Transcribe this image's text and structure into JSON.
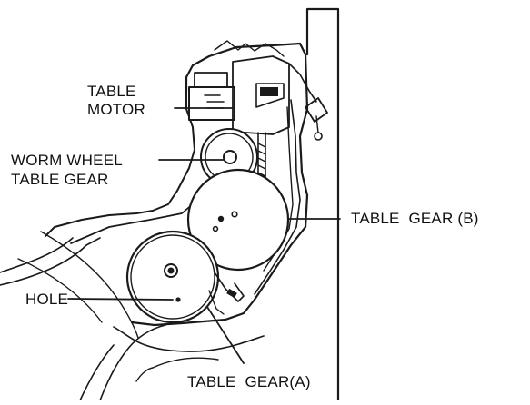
{
  "labels": {
    "table_motor_line1": "TABLE",
    "table_motor_line2": "MOTOR",
    "worm_wheel_line1": "WORM WHEEL",
    "worm_wheel_line2": "TABLE GEAR",
    "table_gear_b": "TABLE  GEAR (B)",
    "hole": "HOLE",
    "table_gear_a": "TABLE  GEAR(A)"
  },
  "colors": {
    "ink": "#1a1a1a",
    "background": "#ffffff"
  }
}
